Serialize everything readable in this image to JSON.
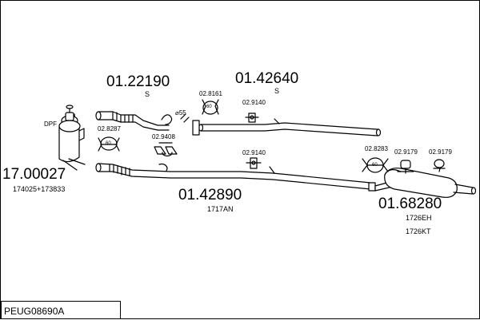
{
  "parts": {
    "p1": {
      "number": "01.22190",
      "note": "S"
    },
    "p2": {
      "number": "01.42640",
      "note": "S"
    },
    "p3": {
      "number": "17.00027",
      "note": "174025+173833"
    },
    "p4": {
      "number": "01.42890",
      "note": "1717AN"
    },
    "p5": {
      "number": "01.68280",
      "note1": "1726EH",
      "note2": "1726KT"
    }
  },
  "fittings": {
    "f_8287": "02.8287",
    "f_9408": "02.9408",
    "f_8161": "02.8161",
    "f_9140_top": "02.9140",
    "f_9140_mid": "02.9140",
    "f_8283": "02.8283",
    "f_9179_a": "02.9179",
    "f_9179_b": "02.9179"
  },
  "dpf_label": "DPF",
  "diameter_label": "⌀55",
  "clamp_size_top": "60",
  "clamp_size_left": "60",
  "clamp_size_right": "60",
  "drawing_code": "PEUG08690A"
}
